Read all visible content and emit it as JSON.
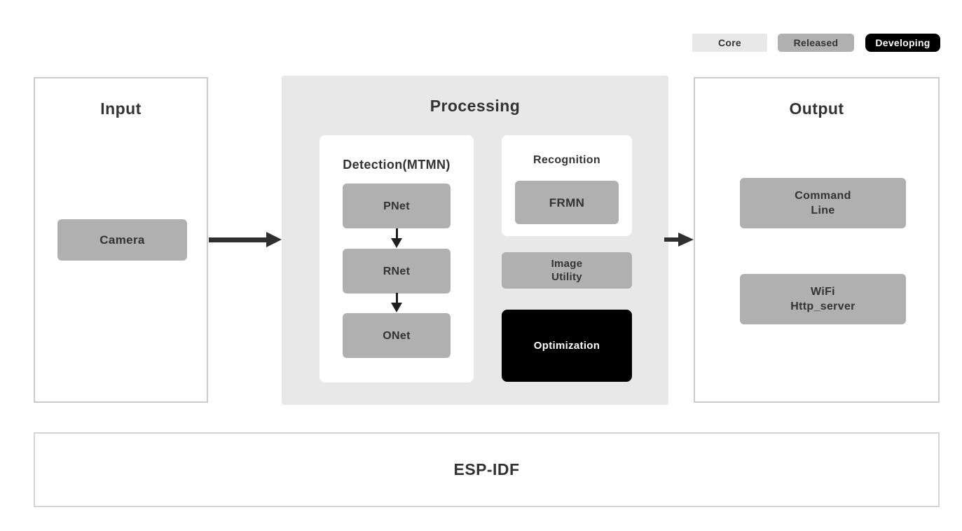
{
  "legend": {
    "core": "Core",
    "released": "Released",
    "developing": "Developing"
  },
  "input": {
    "title": "Input",
    "camera": "Camera"
  },
  "processing": {
    "title": "Processing",
    "detection": {
      "title": "Detection(MTMN)",
      "pnet": "PNet",
      "rnet": "RNet",
      "onet": "ONet"
    },
    "recognition": {
      "title": "Recognition",
      "frmn": "FRMN"
    },
    "image_utility": {
      "line1": "Image",
      "line2": "Utility"
    },
    "optimization": "Optimization"
  },
  "output": {
    "title": "Output",
    "command_line": {
      "line1": "Command",
      "line2": "Line"
    },
    "wifi": {
      "line1": "WiFi",
      "line2": "Http_server"
    }
  },
  "foundation": {
    "title": "ESP-IDF"
  },
  "colors": {
    "core_bg": "#e8e8e8",
    "released_bg": "#b0b0b0",
    "developing_bg": "#000000",
    "developing_fg": "#ffffff",
    "node_bg": "#b0b0b0",
    "processing_bg": "#e8e8e8",
    "panel_border": "#cccccc",
    "text": "#333333",
    "arrow": "#2f2f2f"
  }
}
